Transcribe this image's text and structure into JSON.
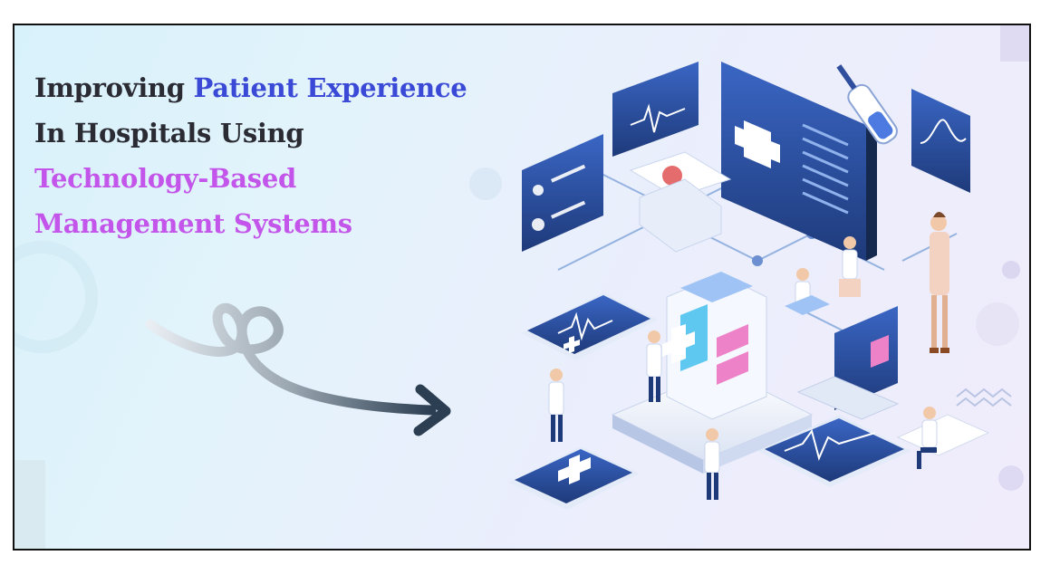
{
  "headline": {
    "line1_dark": "Improving",
    "line1_blue": "Patient Experience",
    "line2": "In Hospitals Using",
    "line3": "Technology-Based",
    "line4": "Management Systems"
  },
  "colors": {
    "dark_text": "#2b2b34",
    "blue_text": "#3a4ad6",
    "purple_text": "#c355ea",
    "screen_dark": "#2f4f9e",
    "accent_cyan": "#5fc8f0"
  },
  "illustration": {
    "icons": [
      "heart-arrow-icon",
      "medical-cross-icon",
      "heartbeat-icon",
      "syringe-icon",
      "doctor-figure-icon",
      "laptop-icon"
    ]
  }
}
